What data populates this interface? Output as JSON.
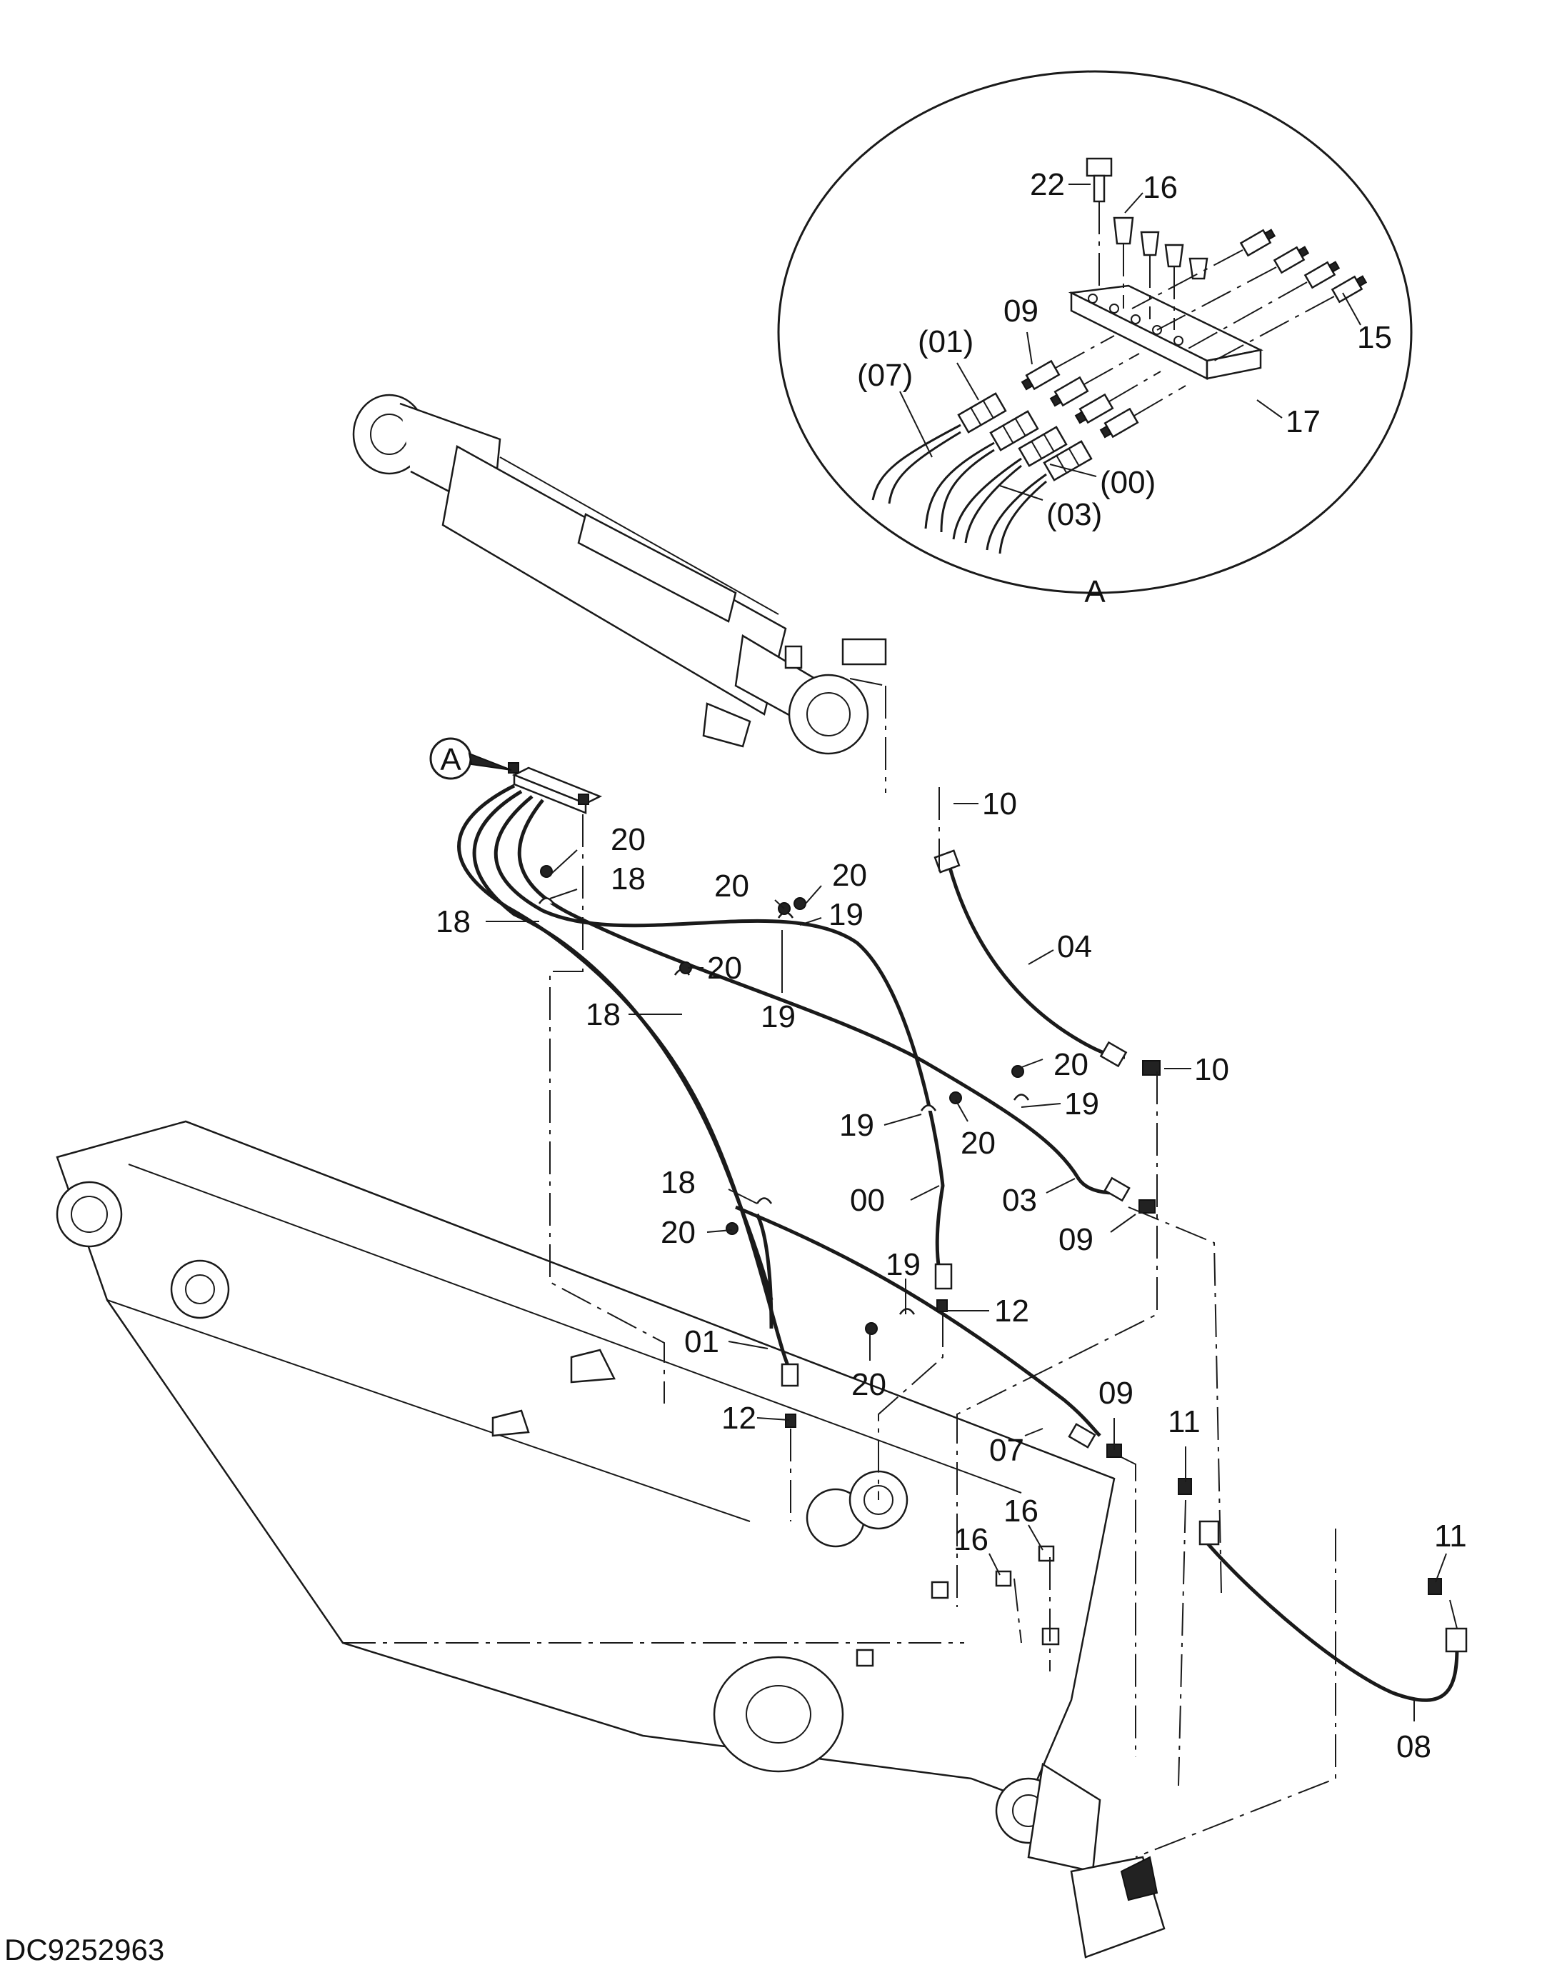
{
  "drawing_id": "DC9252963",
  "detail": {
    "label": "A",
    "callouts": {
      "c22": "22",
      "c16": "16",
      "c09": "09",
      "c01p": "(01)",
      "c07p": "(07)",
      "c15": "15",
      "c17": "17",
      "c00p": "(00)",
      "c03p": "(03)"
    }
  },
  "marker": {
    "label": "A"
  },
  "callouts": {
    "c10a": "10",
    "c04": "04",
    "c10b": "10",
    "c20a": "20",
    "c18a": "18",
    "c18b": "18",
    "c20b": "20",
    "c20c": "20",
    "c19a": "19",
    "c19b": "19",
    "c20d": "20",
    "c18c": "18",
    "c20e": "20",
    "c19c": "19",
    "c19d": "19",
    "c20f": "20",
    "c18d": "18",
    "c00": "00",
    "c03": "03",
    "c09a": "09",
    "c20g": "20",
    "c19e": "19",
    "c12a": "12",
    "c01": "01",
    "c20h": "20",
    "c12b": "12",
    "c09b": "09",
    "c07": "07",
    "c11a": "11",
    "c16a": "16",
    "c16b": "16",
    "c11b": "11",
    "c08": "08"
  }
}
